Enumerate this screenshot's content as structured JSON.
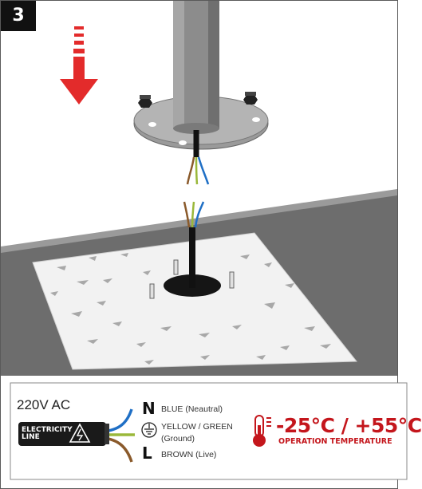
{
  "step": {
    "number": "3"
  },
  "legend": {
    "voltage": "220V AC",
    "cable_label_line1": "ELECTRICITY",
    "cable_label_line2": "LINE",
    "wires": [
      {
        "letter": "N",
        "text": "BLUE (Neautral)",
        "color": "#1f6fc5"
      },
      {
        "letter": "",
        "text_line1": "YELLOW / GREEN",
        "text_line2": "(Ground)",
        "color": "#9ab83a"
      },
      {
        "letter": "L",
        "text": "BROWN (Live)",
        "color": "#8a5a2b"
      }
    ],
    "temperature": {
      "range": "-25°C / +55°C",
      "caption": "OPERATION TEMPERATURE"
    }
  },
  "colors": {
    "arrow_red": "#e32b2b",
    "floor_gray": "#6d6d6d",
    "pole_gray": "#8c8c8c",
    "plate_white": "#f2f2f2",
    "temp_red": "#c4161c"
  },
  "icons": {
    "down_arrow": "down-arrow-icon",
    "ground": "ground-icon",
    "lightning": "high-voltage-icon",
    "thermometer": "thermometer-icon"
  }
}
